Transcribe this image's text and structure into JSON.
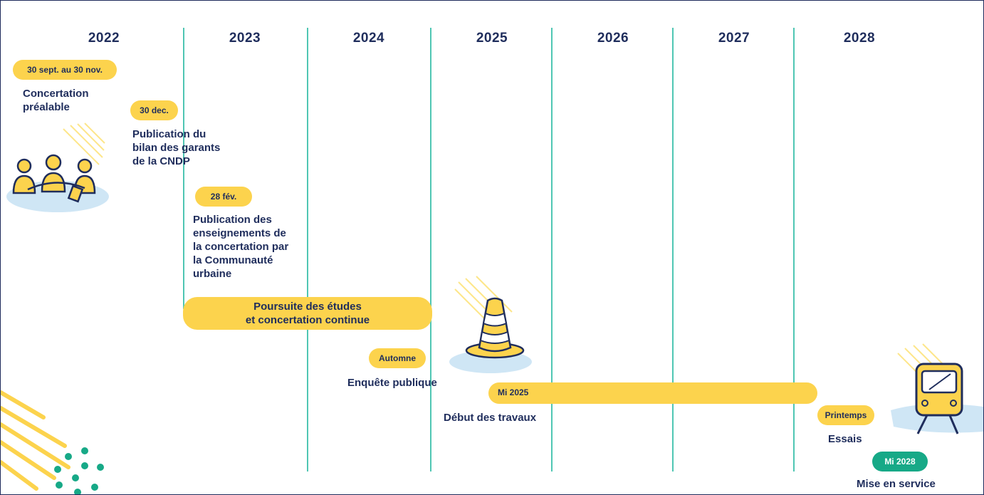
{
  "timeline": {
    "years": [
      "2022",
      "2023",
      "2024",
      "2025",
      "2026",
      "2027",
      "2028"
    ]
  },
  "events": {
    "concertation": {
      "date": "30 sept. au 30 nov.",
      "line1": "Concertation",
      "line2": "préalable"
    },
    "bilan": {
      "date": "30 dec.",
      "line1": "Publication du",
      "line2": "bilan des garants",
      "line3": "de la CNDP"
    },
    "enseignements": {
      "date": "28 fév.",
      "line1": "Publication des",
      "line2": "enseignements de",
      "line3": "la concertation par",
      "line4": "la Communauté",
      "line5": "urbaine"
    },
    "poursuite": {
      "line1": "Poursuite des études",
      "line2": "et concertation continue"
    },
    "enquete": {
      "date": "Automne",
      "label": "Enquête publique"
    },
    "travaux": {
      "date": "Mi 2025",
      "label": "Début des travaux"
    },
    "essais": {
      "date": "Printemps",
      "label": "Essais"
    },
    "mise_en_service": {
      "date": "Mi 2028",
      "label": "Mise en service"
    }
  },
  "illustrations": {
    "meeting": "people-meeting-icon",
    "cone": "traffic-cone-icon",
    "tram": "tram-icon"
  },
  "colors": {
    "navy": "#1f2d5c",
    "yellow": "#fcd34d",
    "teal": "#4fc6b3",
    "green": "#17a987",
    "lightblue": "#cfe6f5"
  }
}
